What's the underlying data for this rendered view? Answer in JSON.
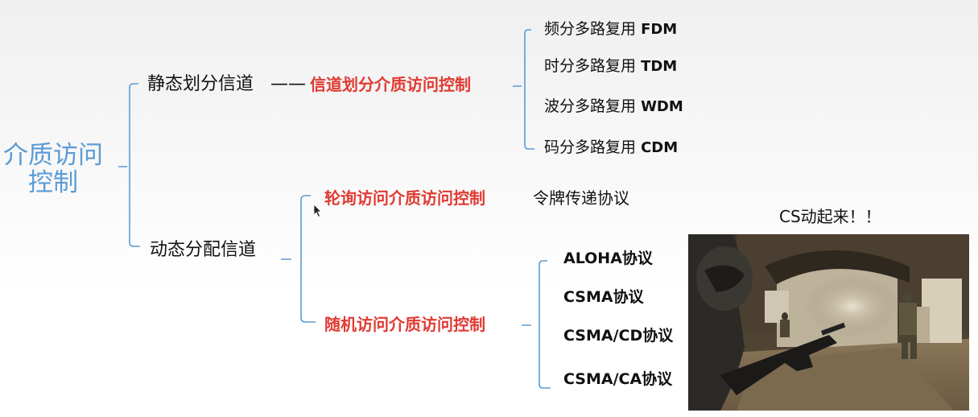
{
  "root": {
    "line1": "介质访问",
    "line2": "控制"
  },
  "static": {
    "label": "静态划分信道",
    "dash": "——",
    "red": "信道划分介质访问控制",
    "items": [
      {
        "name": "频分多路复用",
        "abbr": "FDM"
      },
      {
        "name": "时分多路复用",
        "abbr": "TDM"
      },
      {
        "name": "波分多路复用",
        "abbr": "WDM"
      },
      {
        "name": "码分多路复用",
        "abbr": "CDM"
      }
    ]
  },
  "dynamic": {
    "label": "动态分配信道",
    "polling": {
      "red": "轮询访问介质访问控制",
      "text": "令牌传递协议"
    },
    "random": {
      "red": "随机访问介质访问控制",
      "items": [
        "ALOHA协议",
        "CSMA协议",
        "CSMA/CD协议",
        "CSMA/CA协议"
      ]
    }
  },
  "caption": "CS动起来！！",
  "colors": {
    "root": "#5b9bd5",
    "bracket": "#5b9bd5",
    "red": "#e03a32"
  },
  "icons": {
    "cursor": "mouse-cursor-icon"
  },
  "image": {
    "subject": "game-screenshot"
  }
}
